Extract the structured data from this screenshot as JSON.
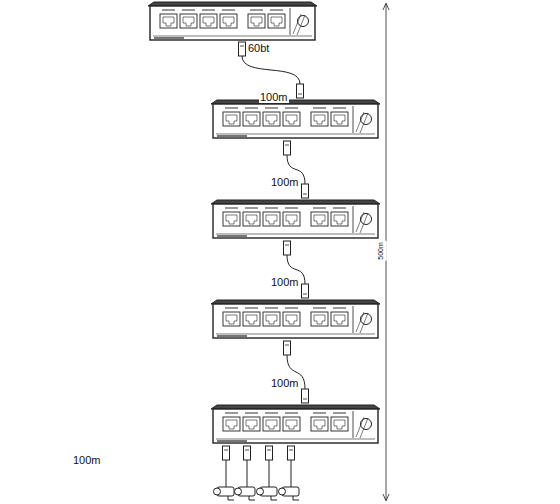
{
  "diagram": {
    "labels": [
      "60bt",
      "100m",
      "100m",
      "100m",
      "100m",
      "100m",
      "500m"
    ]
  }
}
